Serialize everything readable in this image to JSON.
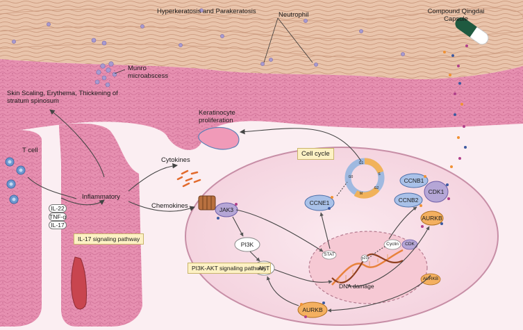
{
  "labels": {
    "hyperkeratosis": "Hyperkeratosis and Parakeratosis",
    "neutrophil": "Neutrophil",
    "capsule": "Compound Qingdai Capsule",
    "munro": "Munro microabscess",
    "skin_scaling": "Skin Scaling, Erythema, Thickening of stratum spinosum",
    "keratinocyte": "Keratinocyte proliferation",
    "t_cell": "T cell",
    "cytokines": "Cytokines",
    "chemokines": "Chemokines",
    "inflammatory": "Inflammatory",
    "il22": "IL-22",
    "tnf": "TNF-α",
    "il17": "IL-17",
    "il17_pathway": "IL-17 signaling pathway",
    "pi3k_pathway": "PI3K-AKT signaling pathway",
    "cell_cycle": "Cell cycle",
    "jak3": "JAK3",
    "pi3k": "PI3K",
    "akt": "AKT",
    "stat": "STAT",
    "p21": "p21",
    "cyclin": "Cyclin",
    "cdk": "CDK",
    "dna_damage": "DNA damage",
    "ccne1": "CCNE1",
    "ccnb1": "CCNB1",
    "ccnb2": "CCNB2",
    "cdk1": "CDK1",
    "aurkb_right": "AURKB",
    "aurkb_nucleus": "AURKB",
    "aurkb_bottom": "AURKB",
    "phase_g1": "G1",
    "phase_s": "S",
    "phase_g2": "G2",
    "phase_m": "M",
    "phase_g0": "G0"
  },
  "colors": {
    "stratum_corneum": "#e7c1a8",
    "epidermis": "#e58fb0",
    "dermis": "#fbeef2",
    "cell_fill": "#f7e2ea",
    "nucleus_fill": "#f6c9d4",
    "protein_blue": "#a9c1e8",
    "protein_purple": "#b5a6d6",
    "aurkb": "#f4b060",
    "capsule_green": "#1f5a40",
    "neutrophil": "#a79ad0",
    "t_cell": "#6e98cf"
  }
}
